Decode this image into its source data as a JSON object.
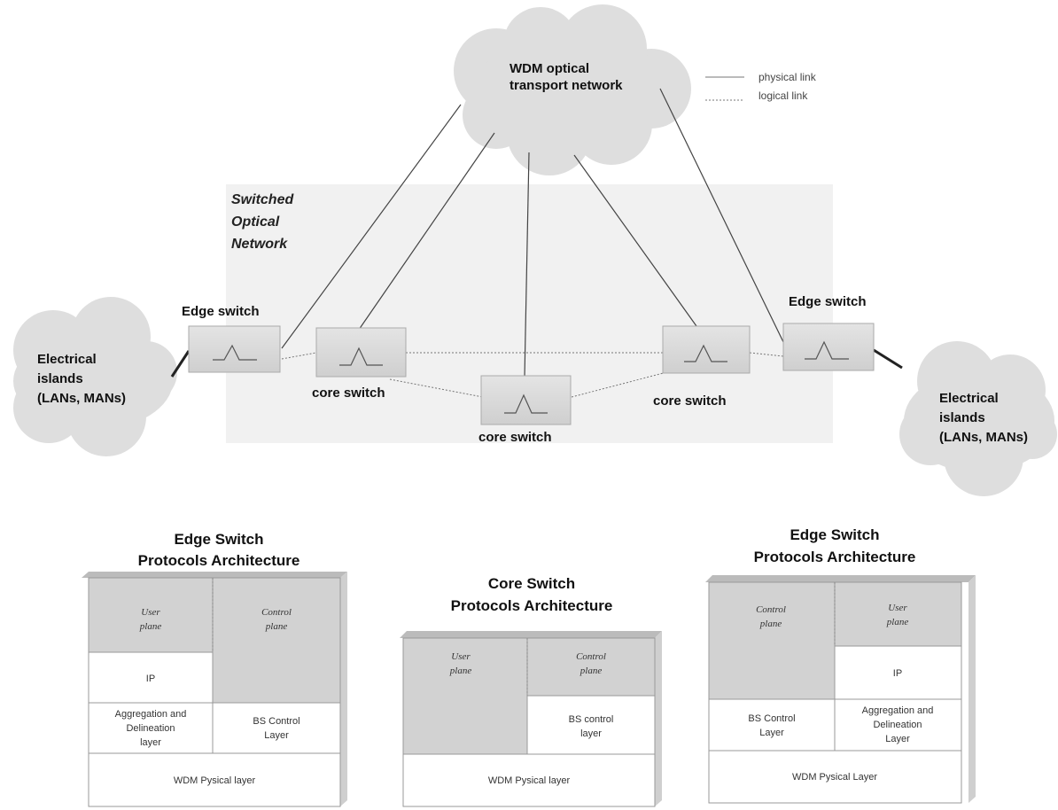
{
  "network": {
    "cloud_label_1": "WDM optical",
    "cloud_label_2": "transport network",
    "region_label_1": "Switched",
    "region_label_2": "Optical",
    "region_label_3": "Network",
    "legend": {
      "physical": "physical link",
      "logical": "logical link"
    },
    "edge_switch_left": "Edge switch",
    "edge_switch_right": "Edge switch",
    "core_switch_left": "core switch",
    "core_switch_center": "core switch",
    "core_switch_right": "core switch",
    "islands_left": [
      "Electrical",
      "islands",
      "(LANs, MANs)"
    ],
    "islands_right": [
      "Electrical",
      "islands",
      "(LANs, MANs)"
    ]
  },
  "stacks": {
    "left": {
      "title_1": "Edge Switch",
      "title_2": "Protocols Architecture",
      "user_plane_1": "User",
      "user_plane_2": "plane",
      "control_plane_1": "Control",
      "control_plane_2": "plane",
      "ip": "IP",
      "aggregation_1": "Aggregation and",
      "aggregation_2": "Delineation",
      "aggregation_3": "layer",
      "bs_control_1": "BS Control",
      "bs_control_2": "Layer",
      "wdm": "WDM Pysical layer"
    },
    "center": {
      "title_1": "Core Switch",
      "title_2": "Protocols Architecture",
      "user_plane_1": "User",
      "user_plane_2": "plane",
      "control_plane_1": "Control",
      "control_plane_2": "plane",
      "bs_control_1": "BS control",
      "bs_control_2": "layer",
      "wdm": "WDM Pysical layer"
    },
    "right": {
      "title_1": "Edge Switch",
      "title_2": "Protocols Architecture",
      "control_plane_1": "Control",
      "control_plane_2": "plane",
      "user_plane_1": "User",
      "user_plane_2": "plane",
      "ip": "IP",
      "bs_control_1": "BS Control",
      "bs_control_2": "Layer",
      "aggregation_1": "Aggregation and",
      "aggregation_2": "Delineation",
      "aggregation_3": "Layer",
      "wdm": "WDM Pysical Layer"
    }
  }
}
